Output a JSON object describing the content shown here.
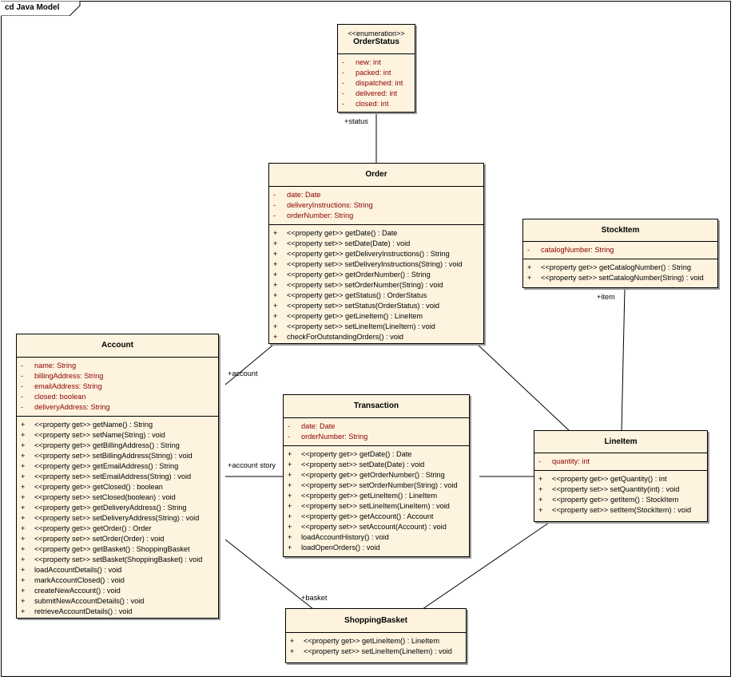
{
  "diagram_title": "cd Java Model",
  "classes": {
    "orderstatus": {
      "stereotype": "<<enumeration>>",
      "name": "OrderStatus",
      "attributes": [
        {
          "vis": "-",
          "text": "new:  int"
        },
        {
          "vis": "-",
          "text": "packed:  int"
        },
        {
          "vis": "-",
          "text": "dispatched:  int"
        },
        {
          "vis": "-",
          "text": "delivered:  int"
        },
        {
          "vis": "-",
          "text": "closed:  int"
        }
      ]
    },
    "order": {
      "name": "Order",
      "attributes": [
        {
          "vis": "-",
          "text": "date:  Date"
        },
        {
          "vis": "-",
          "text": "deliveryInstructions:  String"
        },
        {
          "vis": "-",
          "text": "orderNumber:  String"
        }
      ],
      "operations": [
        {
          "vis": "+",
          "text": "<<property get>> getDate() : Date"
        },
        {
          "vis": "+",
          "text": "<<property set>> setDate(Date) : void"
        },
        {
          "vis": "+",
          "text": "<<property get>> getDeliveryInstructions() : String"
        },
        {
          "vis": "+",
          "text": "<<property set>> setDeliveryInstructions(String) : void"
        },
        {
          "vis": "+",
          "text": "<<property get>> getOrderNumber() : String"
        },
        {
          "vis": "+",
          "text": "<<property set>> setOrderNumber(String) : void"
        },
        {
          "vis": "+",
          "text": "<<property get>> getStatus() : OrderStatus"
        },
        {
          "vis": "+",
          "text": "<<property set>> setStatus(OrderStatus) : void"
        },
        {
          "vis": "+",
          "text": "<<property get>> getLineItem() : LineItem"
        },
        {
          "vis": "+",
          "text": "<<property set>> setLineItem(LineItem) : void"
        },
        {
          "vis": "+",
          "text": "checkForOutstandingOrders() : void"
        }
      ]
    },
    "stockitem": {
      "name": "StockItem",
      "attributes": [
        {
          "vis": "-",
          "text": "catalogNumber:  String"
        }
      ],
      "operations": [
        {
          "vis": "+",
          "text": "<<property get>> getCatalogNumber() : String"
        },
        {
          "vis": "+",
          "text": "<<property set>> setCatalogNumber(String) : void"
        }
      ]
    },
    "account": {
      "name": "Account",
      "attributes": [
        {
          "vis": "-",
          "text": "name:  String"
        },
        {
          "vis": "-",
          "text": "billingAddress:  String"
        },
        {
          "vis": "-",
          "text": "emailAddress:  String"
        },
        {
          "vis": "-",
          "text": "closed:  boolean"
        },
        {
          "vis": "-",
          "text": "deliveryAddress:  String"
        }
      ],
      "operations": [
        {
          "vis": "+",
          "text": "<<property get>> getName() : String"
        },
        {
          "vis": "+",
          "text": "<<property set>> setName(String) : void"
        },
        {
          "vis": "+",
          "text": "<<property get>> getBillingAddress() : String"
        },
        {
          "vis": "+",
          "text": "<<property set>> setBillingAddress(String) : void"
        },
        {
          "vis": "+",
          "text": "<<property get>> getEmailAddress() : String"
        },
        {
          "vis": "+",
          "text": "<<property set>> setEmailAddress(String) : void"
        },
        {
          "vis": "+",
          "text": "<<property get>> getClosed() : boolean"
        },
        {
          "vis": "+",
          "text": "<<property set>> setClosed(boolean) : void"
        },
        {
          "vis": "+",
          "text": "<<property get>> getDeliveryAddress() : String"
        },
        {
          "vis": "+",
          "text": "<<property set>> setDeliveryAddress(String) : void"
        },
        {
          "vis": "+",
          "text": "<<property get>> getOrder() : Order"
        },
        {
          "vis": "+",
          "text": "<<property set>> setOrder(Order) : void"
        },
        {
          "vis": "+",
          "text": "<<property get>> getBasket() : ShoppingBasket"
        },
        {
          "vis": "+",
          "text": "<<property set>> setBasket(ShoppingBasket) : void"
        },
        {
          "vis": "+",
          "text": "loadAccountDetails() : void"
        },
        {
          "vis": "+",
          "text": "markAccountClosed() : void"
        },
        {
          "vis": "+",
          "text": "createNewAccount() : void"
        },
        {
          "vis": "+",
          "text": "submitNewAccountDetails() : void"
        },
        {
          "vis": "+",
          "text": "retrieveAccountDetails() : void"
        }
      ]
    },
    "transaction": {
      "name": "Transaction",
      "attributes": [
        {
          "vis": "-",
          "text": "date:  Date"
        },
        {
          "vis": "-",
          "text": "orderNumber:  String"
        }
      ],
      "operations": [
        {
          "vis": "+",
          "text": "<<property get>> getDate() : Date"
        },
        {
          "vis": "+",
          "text": "<<property set>> setDate(Date) : void"
        },
        {
          "vis": "+",
          "text": "<<property get>> getOrderNumber() : String"
        },
        {
          "vis": "+",
          "text": "<<property set>> setOrderNumber(String) : void"
        },
        {
          "vis": "+",
          "text": "<<property get>> getLineItem() : LineItem"
        },
        {
          "vis": "+",
          "text": "<<property set>> setLineItem(LineItem) : void"
        },
        {
          "vis": "+",
          "text": "<<property get>> getAccount() : Account"
        },
        {
          "vis": "+",
          "text": "<<property set>> setAccount(Account) : void"
        },
        {
          "vis": "+",
          "text": "loadAccountHistory() : void"
        },
        {
          "vis": "+",
          "text": "loadOpenOrders() : void"
        }
      ]
    },
    "lineitem": {
      "name": "LineItem",
      "attributes": [
        {
          "vis": "-",
          "text": "quantity:  int"
        }
      ],
      "operations": [
        {
          "vis": "+",
          "text": "<<property get>> getQuantity() : int"
        },
        {
          "vis": "+",
          "text": "<<property set>> setQuantity(int) : void"
        },
        {
          "vis": "+",
          "text": "<<property get>> getItem() : StockItem"
        },
        {
          "vis": "+",
          "text": "<<property set>> setItem(StockItem) : void"
        }
      ]
    },
    "shoppingbasket": {
      "name": "ShoppingBasket",
      "operations": [
        {
          "vis": "+",
          "text": "<<property get>> getLineItem() : LineItem"
        },
        {
          "vis": "+",
          "text": "<<property set>> setLineItem(LineItem) : void"
        }
      ]
    }
  },
  "association_labels": {
    "status": "+status",
    "account": "+account",
    "account_history": "+account story",
    "item": "+item",
    "basket": "+basket"
  },
  "colors": {
    "class_fill": "#fdf3df",
    "attribute_text": "#8b0000",
    "shadow": "#9a9a9a"
  }
}
